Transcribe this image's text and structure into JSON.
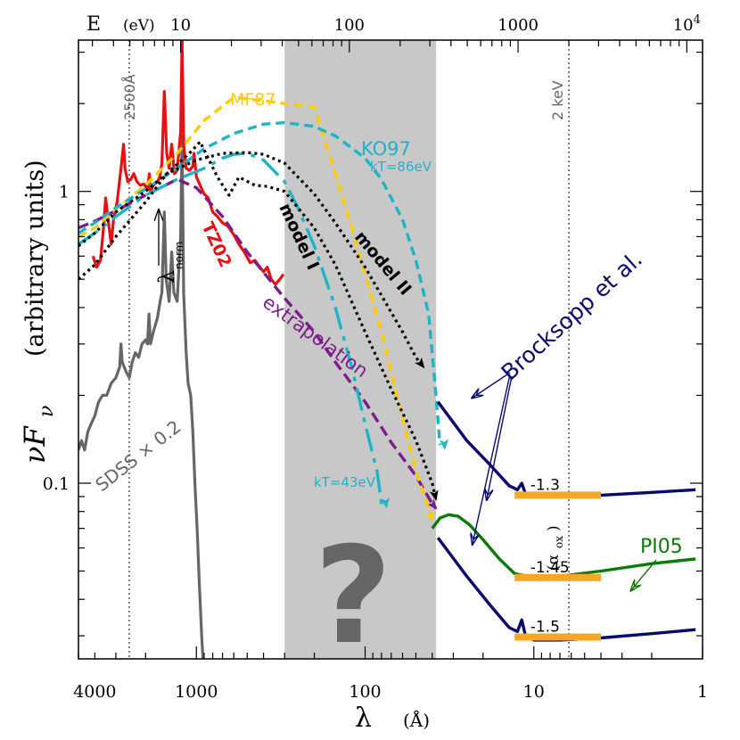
{
  "chart_data": {
    "type": "line",
    "x_scale": "log-reversed",
    "y_scale": "log",
    "xlim": [
      5000,
      1
    ],
    "ylim": [
      0.025,
      3.3
    ],
    "x_ticks": [
      {
        "value": 4000,
        "label": "4000"
      },
      {
        "value": 1000,
        "label": "1000"
      },
      {
        "value": 100,
        "label": "100"
      },
      {
        "value": 10,
        "label": "10"
      },
      {
        "value": 1,
        "label": "1"
      }
    ],
    "y_ticks": [
      {
        "value": 1,
        "label": "1"
      },
      {
        "value": 0.1,
        "label": "0.1"
      }
    ],
    "top_axis": {
      "prefix": "E",
      "unit": "(eV)",
      "ticks": [
        {
          "value": 10,
          "label": "10"
        },
        {
          "value": 100,
          "label": "100"
        },
        {
          "value": 1000,
          "label": "1000"
        },
        {
          "value": 10000,
          "label_base": "10",
          "label_exp": "4"
        }
      ]
    },
    "xlabel": "λ",
    "xlabel_unit": "(Å)",
    "ylabel": "(arbitrary units)",
    "ylabel_symbol": "νF",
    "ylabel_sub": "ν",
    "shaded_region": {
      "x1": 300,
      "x2": 38,
      "color": "#c8c8c8"
    },
    "reference_lines": [
      {
        "x": 2500,
        "label": "2500Å"
      },
      {
        "x": 6.2,
        "label": "2 keV"
      }
    ],
    "question_mark": "?",
    "series": [
      {
        "name": "MF87",
        "color": "#ffcc00",
        "dash": "10,6",
        "points": [
          [
            5000,
            0.7
          ],
          [
            4000,
            0.75
          ],
          [
            3000,
            0.87
          ],
          [
            2000,
            1.05
          ],
          [
            1300,
            1.35
          ],
          [
            900,
            1.75
          ],
          [
            600,
            2.1
          ],
          [
            420,
            2.05
          ],
          [
            300,
            2.0
          ],
          [
            200,
            1.95
          ],
          [
            180,
            1.6
          ],
          [
            150,
            1.15
          ],
          [
            120,
            0.75
          ],
          [
            100,
            0.52
          ],
          [
            80,
            0.33
          ],
          [
            65,
            0.2
          ],
          [
            50,
            0.11
          ],
          [
            40,
            0.075
          ]
        ]
      },
      {
        "name": "KO97",
        "color": "#1eb4c8",
        "dash": "10,6",
        "points": [
          [
            5000,
            0.72
          ],
          [
            4000,
            0.78
          ],
          [
            3000,
            0.88
          ],
          [
            2000,
            1.02
          ],
          [
            1300,
            1.2
          ],
          [
            900,
            1.4
          ],
          [
            600,
            1.58
          ],
          [
            400,
            1.7
          ],
          [
            300,
            1.72
          ],
          [
            200,
            1.67
          ],
          [
            150,
            1.55
          ],
          [
            100,
            1.3
          ],
          [
            80,
            1.1
          ],
          [
            60,
            0.8
          ],
          [
            50,
            0.58
          ],
          [
            42,
            0.38
          ],
          [
            38,
            0.2
          ],
          [
            36,
            0.135
          ]
        ]
      },
      {
        "name": "kT=86eV",
        "color": "#1eb4c8"
      },
      {
        "name": "kT=43eV",
        "color": "#1eb4c8",
        "dash": "26,8,5,8",
        "points": [
          [
            5000,
            0.66
          ],
          [
            4000,
            0.72
          ],
          [
            3000,
            0.82
          ],
          [
            2000,
            0.97
          ],
          [
            1300,
            1.1
          ],
          [
            900,
            1.2
          ],
          [
            700,
            1.3
          ],
          [
            600,
            1.34
          ],
          [
            500,
            1.35
          ],
          [
            400,
            1.28
          ],
          [
            300,
            1.08
          ],
          [
            250,
            0.88
          ],
          [
            200,
            0.65
          ],
          [
            150,
            0.4
          ],
          [
            120,
            0.25
          ],
          [
            100,
            0.16
          ],
          [
            85,
            0.11
          ],
          [
            80,
            0.085
          ]
        ]
      },
      {
        "name": "model I",
        "color": "#000000",
        "dash": "3,4",
        "points": [
          [
            5000,
            0.5
          ],
          [
            4000,
            0.56
          ],
          [
            3000,
            0.7
          ],
          [
            2000,
            0.92
          ],
          [
            1500,
            1.15
          ],
          [
            1100,
            1.35
          ],
          [
            950,
            1.48
          ],
          [
            750,
            1.12
          ],
          [
            640,
            0.97
          ],
          [
            560,
            1.12
          ],
          [
            450,
            1.05
          ],
          [
            380,
            1.04
          ],
          [
            300,
            1.0
          ],
          [
            200,
            0.75
          ],
          [
            150,
            0.56
          ],
          [
            100,
            0.33
          ],
          [
            70,
            0.21
          ],
          [
            50,
            0.14
          ],
          [
            40,
            0.1
          ],
          [
            38,
            0.088
          ]
        ]
      },
      {
        "name": "model II",
        "color": "#000000",
        "dash": "3,4",
        "points": [
          [
            5000,
            0.65
          ],
          [
            4000,
            0.72
          ],
          [
            3000,
            0.85
          ],
          [
            2000,
            1.0
          ],
          [
            1500,
            1.15
          ],
          [
            1000,
            1.28
          ],
          [
            700,
            1.35
          ],
          [
            500,
            1.36
          ],
          [
            400,
            1.34
          ],
          [
            300,
            1.25
          ],
          [
            200,
            0.98
          ],
          [
            150,
            0.78
          ],
          [
            100,
            0.55
          ],
          [
            80,
            0.44
          ],
          [
            60,
            0.33
          ],
          [
            50,
            0.27
          ],
          [
            45,
            0.25
          ]
        ]
      },
      {
        "name": "extrapolation",
        "color": "#7b1e8a",
        "dash": "12,6",
        "points": [
          [
            5000,
            0.75
          ],
          [
            4000,
            0.79
          ],
          [
            3000,
            0.86
          ],
          [
            2000,
            0.97
          ],
          [
            1300,
            1.1
          ],
          [
            1000,
            1.03
          ],
          [
            700,
            0.82
          ],
          [
            500,
            0.62
          ],
          [
            300,
            0.43
          ],
          [
            200,
            0.33
          ],
          [
            150,
            0.26
          ],
          [
            100,
            0.19
          ],
          [
            70,
            0.138
          ],
          [
            50,
            0.106
          ],
          [
            40,
            0.085
          ],
          [
            38,
            0.082
          ]
        ]
      },
      {
        "name": "TZ02",
        "color": "#e81010",
        "points": [
          [
            4100,
            0.6
          ],
          [
            3900,
            0.55
          ],
          [
            3700,
            0.58
          ],
          [
            3550,
            0.75
          ],
          [
            3450,
            0.95
          ],
          [
            3350,
            0.82
          ],
          [
            3200,
            0.66
          ],
          [
            3100,
            0.8
          ],
          [
            2950,
            0.92
          ],
          [
            2800,
            1.2
          ],
          [
            2700,
            1.45
          ],
          [
            2650,
            1.2
          ],
          [
            2550,
            1.08
          ],
          [
            2450,
            1.1
          ],
          [
            2350,
            1.15
          ],
          [
            2250,
            1.08
          ],
          [
            2150,
            1.05
          ],
          [
            2050,
            1.06
          ],
          [
            1950,
            1.02
          ],
          [
            1900,
            1.15
          ],
          [
            1870,
            1.0
          ],
          [
            1800,
            1.05
          ],
          [
            1700,
            1.08
          ],
          [
            1650,
            1.12
          ],
          [
            1600,
            1.25
          ],
          [
            1549,
            2.2
          ],
          [
            1500,
            1.35
          ],
          [
            1450,
            1.2
          ],
          [
            1400,
            1.45
          ],
          [
            1350,
            1.15
          ],
          [
            1300,
            1.18
          ],
          [
            1240,
            1.6
          ],
          [
            1216,
            3.3
          ],
          [
            1190,
            1.45
          ],
          [
            1150,
            1.2
          ],
          [
            1100,
            1.18
          ],
          [
            1050,
            1.22
          ],
          [
            1033,
            1.35
          ],
          [
            1000,
            1.12
          ],
          [
            950,
            1.05
          ],
          [
            900,
            0.98
          ],
          [
            850,
            0.95
          ],
          [
            800,
            0.85
          ],
          [
            750,
            0.82
          ],
          [
            700,
            0.78
          ],
          [
            650,
            0.76
          ],
          [
            600,
            0.71
          ],
          [
            560,
            0.66
          ],
          [
            520,
            0.62
          ],
          [
            480,
            0.57
          ],
          [
            450,
            0.58
          ],
          [
            420,
            0.55
          ],
          [
            400,
            0.53
          ],
          [
            380,
            0.55
          ],
          [
            360,
            0.5
          ],
          [
            340,
            0.48
          ],
          [
            320,
            0.5
          ],
          [
            305,
            0.52
          ]
        ]
      },
      {
        "name": "SDSS × 0.2",
        "color": "#666666",
        "points": [
          [
            5000,
            0.13
          ],
          [
            4800,
            0.14
          ],
          [
            4600,
            0.13
          ],
          [
            4400,
            0.15
          ],
          [
            4200,
            0.16
          ],
          [
            4000,
            0.17
          ],
          [
            3800,
            0.19
          ],
          [
            3600,
            0.2
          ],
          [
            3400,
            0.2
          ],
          [
            3200,
            0.22
          ],
          [
            3000,
            0.23
          ],
          [
            2850,
            0.25
          ],
          [
            2798,
            0.3
          ],
          [
            2750,
            0.26
          ],
          [
            2600,
            0.24
          ],
          [
            2500,
            0.23
          ],
          [
            2400,
            0.26
          ],
          [
            2300,
            0.28
          ],
          [
            2200,
            0.27
          ],
          [
            2100,
            0.3
          ],
          [
            2000,
            0.31
          ],
          [
            1950,
            0.3
          ],
          [
            1909,
            0.38
          ],
          [
            1870,
            0.3
          ],
          [
            1800,
            0.33
          ],
          [
            1700,
            0.37
          ],
          [
            1640,
            0.42
          ],
          [
            1600,
            0.45
          ],
          [
            1549,
            0.85
          ],
          [
            1510,
            0.5
          ],
          [
            1450,
            0.42
          ],
          [
            1400,
            0.62
          ],
          [
            1360,
            0.45
          ],
          [
            1300,
            0.42
          ],
          [
            1240,
            0.7
          ],
          [
            1216,
            1.55
          ],
          [
            1190,
            0.45
          ],
          [
            1150,
            0.28
          ],
          [
            1120,
            0.22
          ],
          [
            1080,
            0.2
          ],
          [
            1050,
            0.15
          ],
          [
            1020,
            0.1
          ],
          [
            990,
            0.07
          ],
          [
            960,
            0.045
          ],
          [
            930,
            0.03
          ],
          [
            910,
            0.024
          ]
        ]
      },
      {
        "name": "Brocksopp et al.",
        "color": "#0a0a6e",
        "segments": [
          [
            [
              37,
              0.19
            ],
            [
              25,
              0.14
            ],
            [
              18,
              0.115
            ],
            [
              14,
              0.098
            ],
            [
              12.5,
              0.095
            ],
            [
              11.8,
              0.1
            ],
            [
              11.2,
              0.092
            ],
            [
              10,
              0.09
            ],
            [
              7,
              0.09
            ],
            [
              4,
              0.091
            ],
            [
              2,
              0.093
            ],
            [
              1.1,
              0.095
            ]
          ],
          [
            [
              37,
              0.065
            ],
            [
              25,
              0.048
            ],
            [
              18,
              0.038
            ],
            [
              14,
              0.032
            ],
            [
              12.5,
              0.031
            ],
            [
              11.8,
              0.034
            ],
            [
              11.2,
              0.03
            ],
            [
              10,
              0.029
            ],
            [
              7,
              0.029
            ],
            [
              4,
              0.0295
            ],
            [
              2,
              0.0305
            ],
            [
              1.1,
              0.0315
            ]
          ]
        ]
      },
      {
        "name": "PI05",
        "color": "#0a7a0a",
        "points": [
          [
            40,
            0.07
          ],
          [
            36,
            0.076
          ],
          [
            32,
            0.078
          ],
          [
            28,
            0.077
          ],
          [
            24,
            0.072
          ],
          [
            20,
            0.064
          ],
          [
            16,
            0.055
          ],
          [
            13,
            0.049
          ],
          [
            10,
            0.0475
          ],
          [
            7,
            0.048
          ],
          [
            4,
            0.05
          ],
          [
            2,
            0.053
          ],
          [
            1.1,
            0.055
          ]
        ]
      }
    ],
    "alpha_ox": {
      "label": "(α",
      "label_sub": "ox",
      "label_end": ")",
      "values": [
        {
          "label": "-1.3",
          "y": 0.091
        },
        {
          "label": "-1.45",
          "y": 0.0475
        },
        {
          "label": "-1.5",
          "y": 0.0297
        }
      ]
    },
    "annotations": {
      "lambda_norm": "λ",
      "lambda_norm_sub": "norm"
    }
  }
}
